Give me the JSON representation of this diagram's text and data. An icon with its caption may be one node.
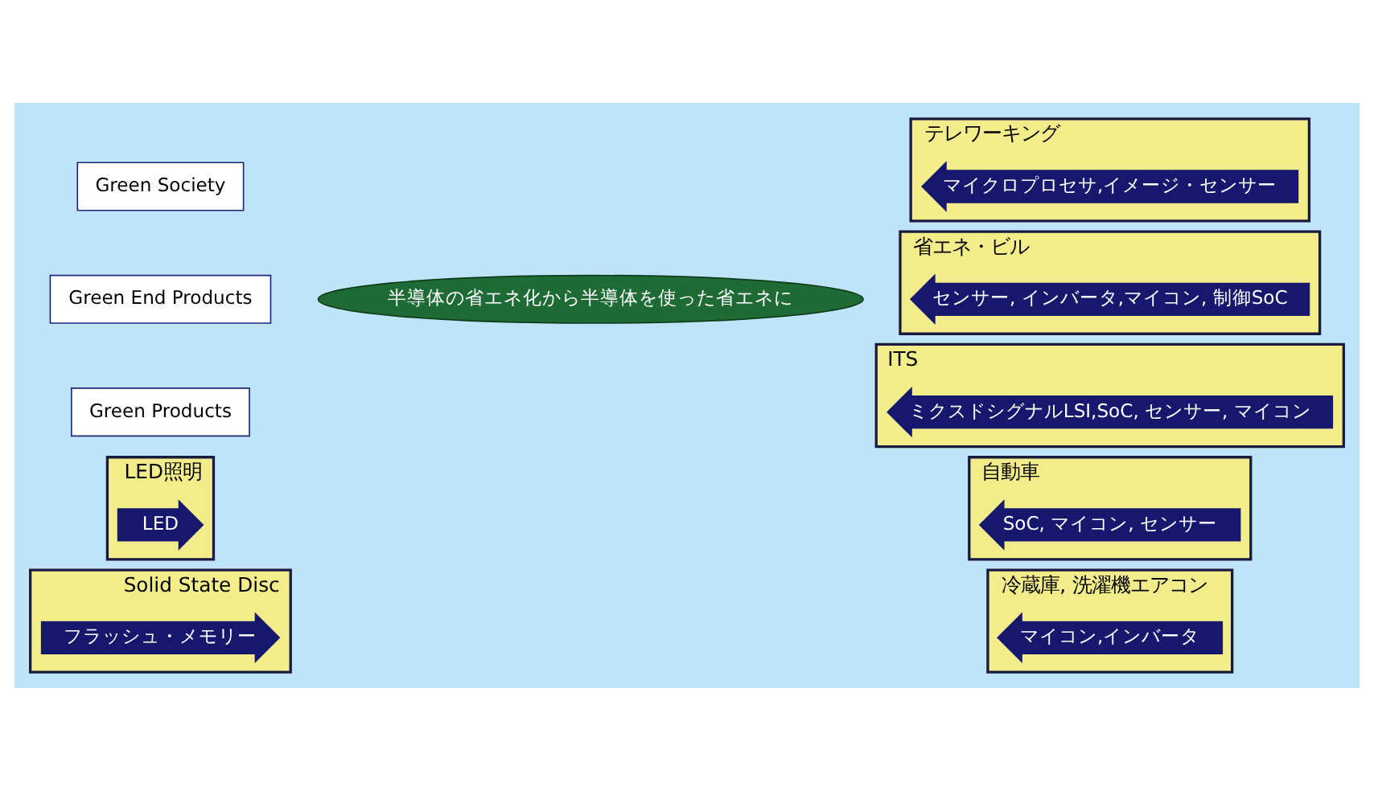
{
  "diagram": {
    "nodes": [
      {
        "text": [
          "Green Society"
        ]
      },
      {
        "text": [
          "Green End Products"
        ]
      },
      {
        "text": [
          "Green Products"
        ]
      },
      {
        "text": [
          "半導体の省エネ化から半導体を使った省エネに"
        ]
      },
      {
        "text": [
          "LED照明"
        ]
      },
      {
        "text": [
          "LED"
        ],
        "in": 4
      },
      {
        "text": [
          "Solid State Disc"
        ]
      },
      {
        "text": [
          "フラッシュ・メモリー"
        ],
        "in": 6
      },
      {
        "text": [
          "テレワーキング"
        ]
      },
      {
        "text": [
          "マイクロプロセサ,イメージ・センサー"
        ],
        "in": 8
      },
      {
        "text": [
          "省エネ・ビル"
        ]
      },
      {
        "text": [
          "センサー, インバータ,マイコン, 制御SoC"
        ],
        "in": 10
      },
      {
        "text": [
          "ITS"
        ]
      },
      {
        "text": [
          "ミクスドシグナルLSI,SoC, センサー, マイコン"
        ],
        "in": 12
      },
      {
        "text": [
          "自動車"
        ]
      },
      {
        "text": [
          "SoC, マイコン, センサー"
        ],
        "in": 14
      },
      {
        "text": [
          "冷蔵庫, 洗濯機エアコン"
        ]
      },
      {
        "text": [
          "マイコン,インバータ"
        ],
        "in": 16
      }
    ],
    "edges": []
  }
}
